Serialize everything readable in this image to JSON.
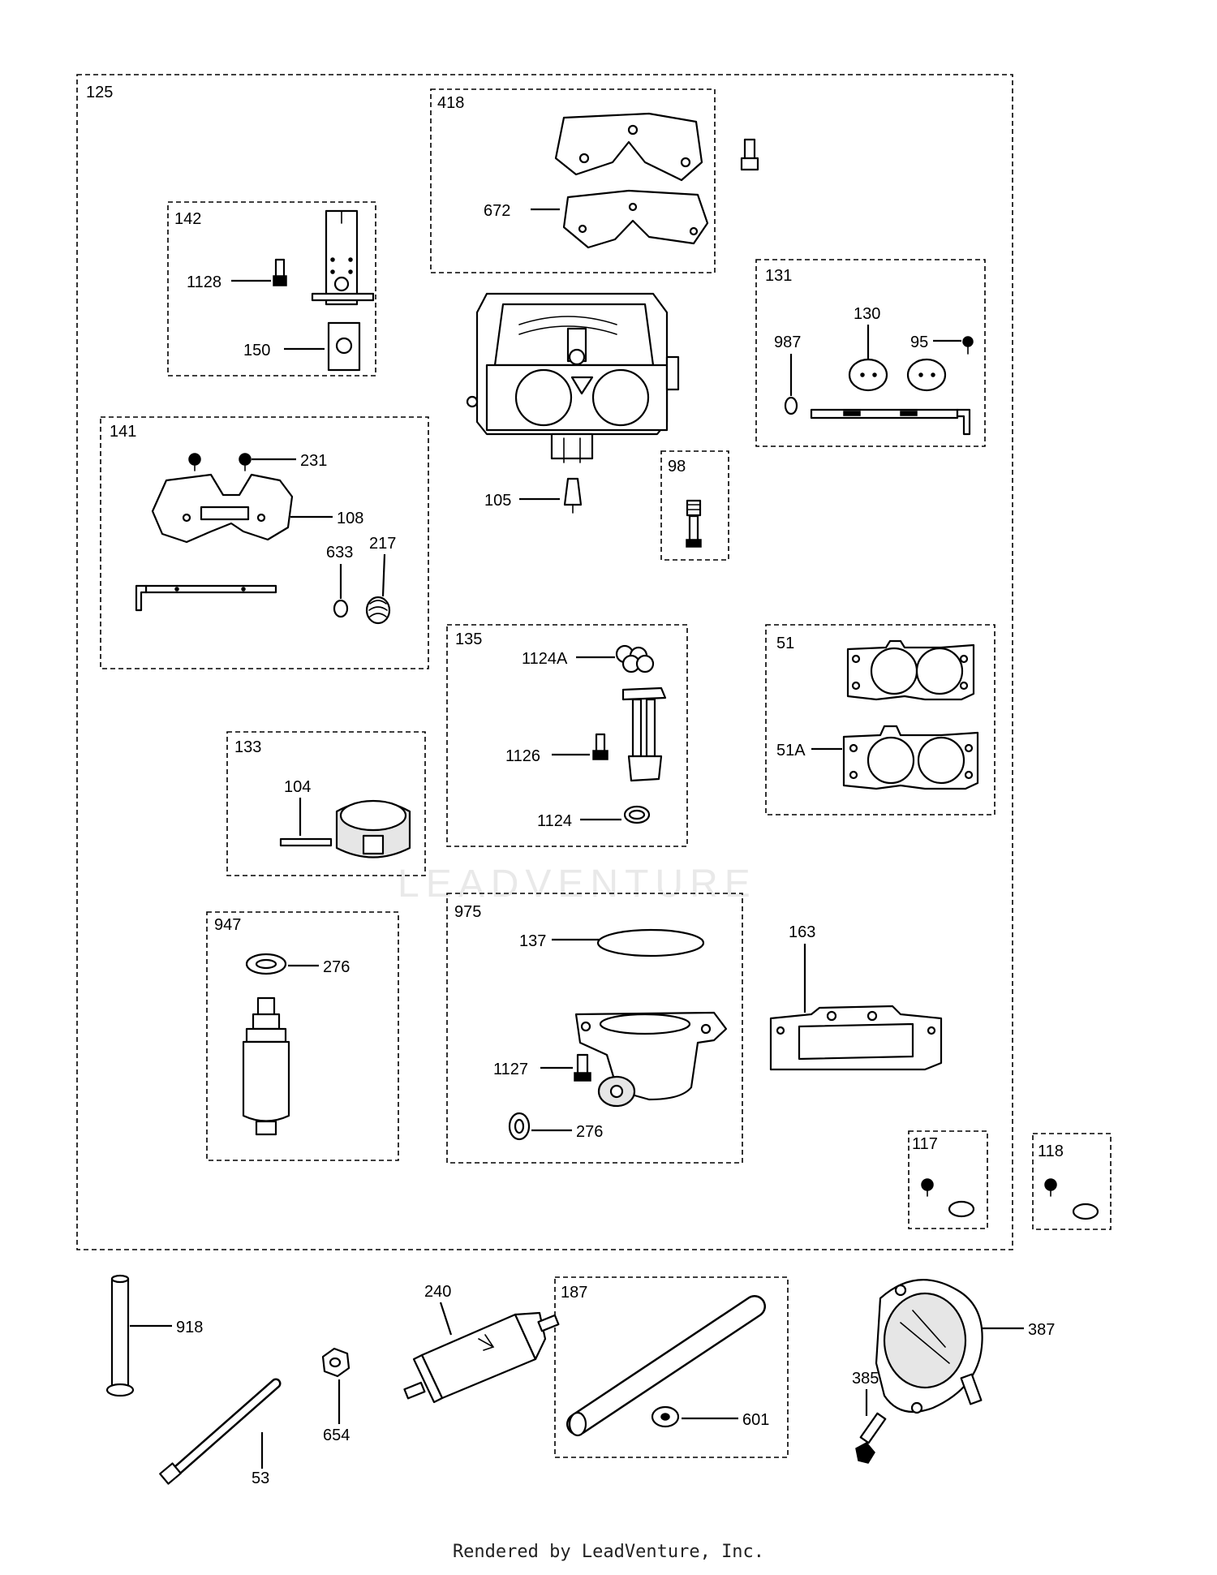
{
  "labels": {
    "l125": "125",
    "l418": "418",
    "l672": "672",
    "l142": "142",
    "l1128": "1128",
    "l150": "150",
    "l131": "131",
    "l130": "130",
    "l987": "987",
    "l95": "95",
    "l141": "141",
    "l231": "231",
    "l108": "108",
    "l633": "633",
    "l217": "217",
    "l98": "98",
    "l105": "105",
    "l135": "135",
    "l1124A": "1124A",
    "l1126": "1126",
    "l1124": "1124",
    "l51": "51",
    "l51A": "51A",
    "l133": "133",
    "l104": "104",
    "l947": "947",
    "l276a": "276",
    "l975": "975",
    "l137": "137",
    "l1127": "1127",
    "l276b": "276",
    "l163": "163",
    "l117": "117",
    "l118": "118",
    "l918": "918",
    "l53": "53",
    "l654": "654",
    "l240": "240",
    "l187": "187",
    "l601": "601",
    "l387": "387",
    "l385": "385"
  },
  "watermark": "LEADVENTURE",
  "footer": "Rendered by LeadVenture, Inc."
}
